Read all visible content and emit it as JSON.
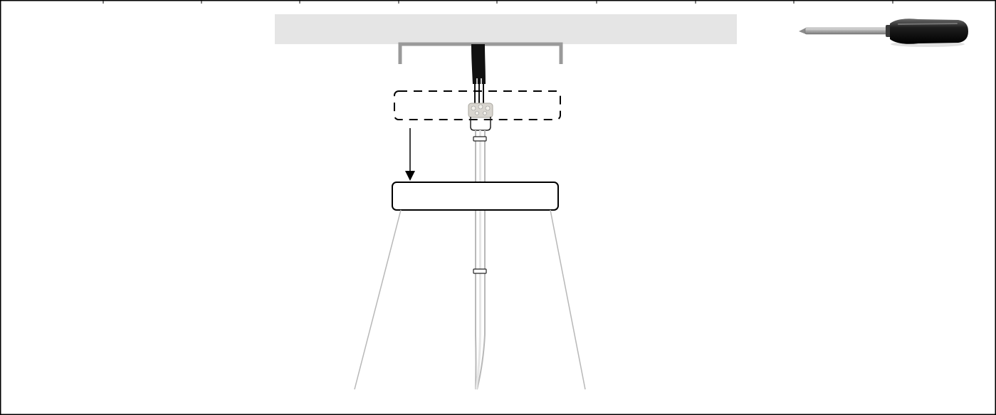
{
  "diagram": {
    "kind": "ceiling-light-installation-step",
    "background": "#ffffff",
    "colors": {
      "frame": "#000000",
      "ceiling": "#e5e5e5",
      "bracket": "#9a9a9a",
      "cable_outer": "#111111",
      "cable_inner": "#ffffff",
      "hanging_wires": "#b8b8b8",
      "canopy_fill": "#ffffff",
      "canopy_outline": "#000000",
      "connector": "#d8d5cf",
      "arrow": "#000000",
      "screwdriver_handle": "#1f1f1f",
      "screwdriver_shaft": "#b7b7b7"
    },
    "parts": [
      "ceiling",
      "mounting-bracket",
      "power-cable",
      "wire-connector",
      "canopy-outline-dashed",
      "canopy",
      "down-arrow",
      "suspension-wires",
      "screwdriver-tool"
    ]
  }
}
